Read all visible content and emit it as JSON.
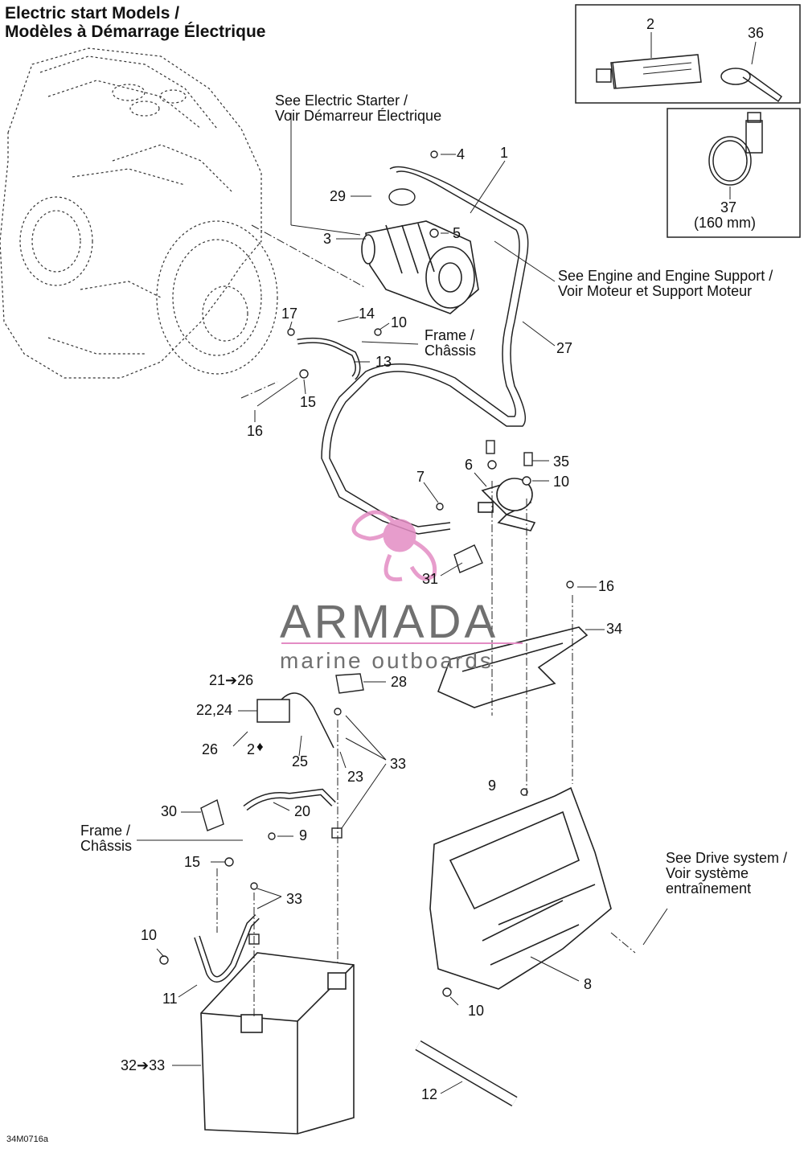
{
  "title_line1": "Electric start Models /",
  "title_line2": "Modèles à Démarrage Électrique",
  "labels": {
    "see_starter_1": "See Electric Starter /",
    "see_starter_2": "Voir Démarreur Électrique",
    "see_engine_1": "See Engine and Engine Support /",
    "see_engine_2": "Voir Moteur et Support Moteur",
    "frame_1": "Frame /",
    "frame_2": "Châssis",
    "frame_b_1": "Frame /",
    "frame_b_2": "Châssis",
    "see_drive_1": "See Drive system /",
    "see_drive_2": "Voir système",
    "see_drive_3": "entraînement",
    "size_37": "(160 mm)"
  },
  "callouts": {
    "c2": "2",
    "c36": "36",
    "c37": "37",
    "c1": "1",
    "c4": "4",
    "c29": "29",
    "c3": "3",
    "c5": "5",
    "c27": "27",
    "c17": "17",
    "c14": "14",
    "c10a": "10",
    "c13": "13",
    "c15a": "15",
    "c16a": "16",
    "c7": "7",
    "c6": "6",
    "c35": "35",
    "c10b": "10",
    "c31": "31",
    "c16b": "16",
    "c34": "34",
    "c21": "21➔26",
    "c28": "28",
    "c22": "22,24",
    "c26": "26",
    "c2b": "2",
    "c25": "25",
    "c23": "23",
    "c33a": "33",
    "c9a": "9",
    "c30": "30",
    "c20": "20",
    "c9b": "9",
    "c15b": "15",
    "c33b": "33",
    "c10c": "10",
    "c11": "11",
    "c32": "32➔33",
    "c8": "8",
    "c10d": "10",
    "c12": "12"
  },
  "watermark_brand": "ARMADA",
  "watermark_tagline": "marine outboards",
  "diagram_code": "34M0716a",
  "colors": {
    "line": "#222222",
    "watermark_pink": "#e38cc4",
    "watermark_gray": "#707070"
  }
}
